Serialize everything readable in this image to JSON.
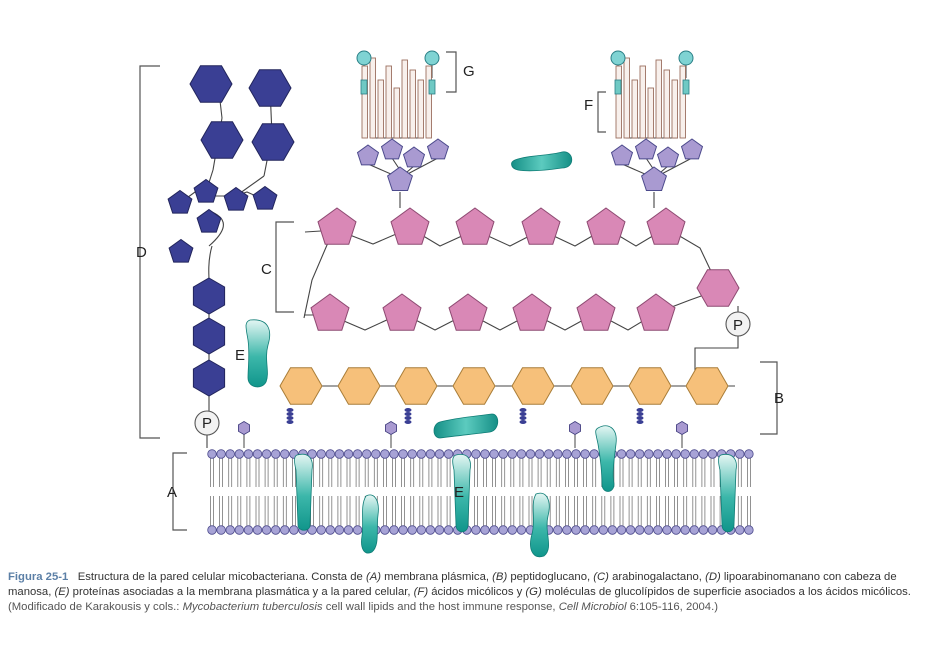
{
  "labels": {
    "A": "A",
    "B": "B",
    "C": "C",
    "D": "D",
    "E1": "E",
    "E2": "E",
    "F": "F",
    "G": "G",
    "P": "P"
  },
  "caption": {
    "figure_label": "Figura 25-1",
    "t1": "Estructura de la pared celular micobacteriana. Consta de ",
    "a": "(A)",
    "t2": " membrana plásmica, ",
    "b": "(B)",
    "t3": " peptidoglucano, ",
    "c": "(C)",
    "t4": " arabinogalactano, ",
    "d": "(D)",
    "t5": " lipoarabinomanano con cabeza de manosa, ",
    "e": "(E)",
    "t6": " proteínas asociadas a la membrana plasmática y a la pared celular, ",
    "f": "(F)",
    "t7": " ácidos micólicos y ",
    "g": "(G)",
    "t8": " moléculas de glucolípidos de superficie asociados a los ácidos micólicos.",
    "t9": " (Modificado de Karakousis y cols.: ",
    "species": "Mycobacterium tuberculosis",
    "t10": " cell wall lipids and the host immune response, ",
    "journal": "Cell Microbiol",
    "t11": " 6:105-116, 2004.)"
  },
  "colors": {
    "dark_hex": "#3a3f94",
    "pink": "#d988b6",
    "orange": "#f6c07a",
    "lavender": "#a99ad1",
    "teal": "#1aa39a",
    "lipid_head": "#a7a3d6",
    "figure_label": "#5b7fa6"
  }
}
